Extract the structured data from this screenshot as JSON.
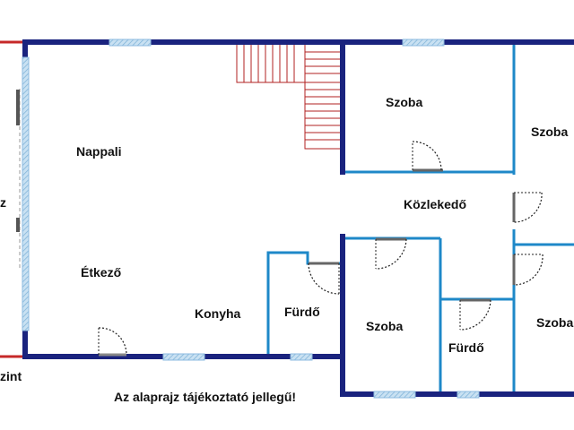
{
  "rooms": {
    "nappali": "Nappali",
    "etkezo": "Étkező",
    "konyha": "Konyha",
    "furdo1": "Fürdő",
    "szoba1": "Szoba",
    "szoba2": "Szoba",
    "kozlekedo": "Közlekedő",
    "szoba3": "Szoba",
    "furdo2": "Fürdő",
    "szoba4": "Szoba"
  },
  "edge_labels": {
    "left": "z",
    "bottom_left": "zint"
  },
  "note": "Az alaprajz tájékoztató jellegű!",
  "colors": {
    "outer_wall": "#1a237e",
    "inner_wall": "#1e88c8",
    "window": "#a9cde8",
    "stair": "#b22222",
    "door_swing": "#222222",
    "adjacent": "#c62828"
  }
}
